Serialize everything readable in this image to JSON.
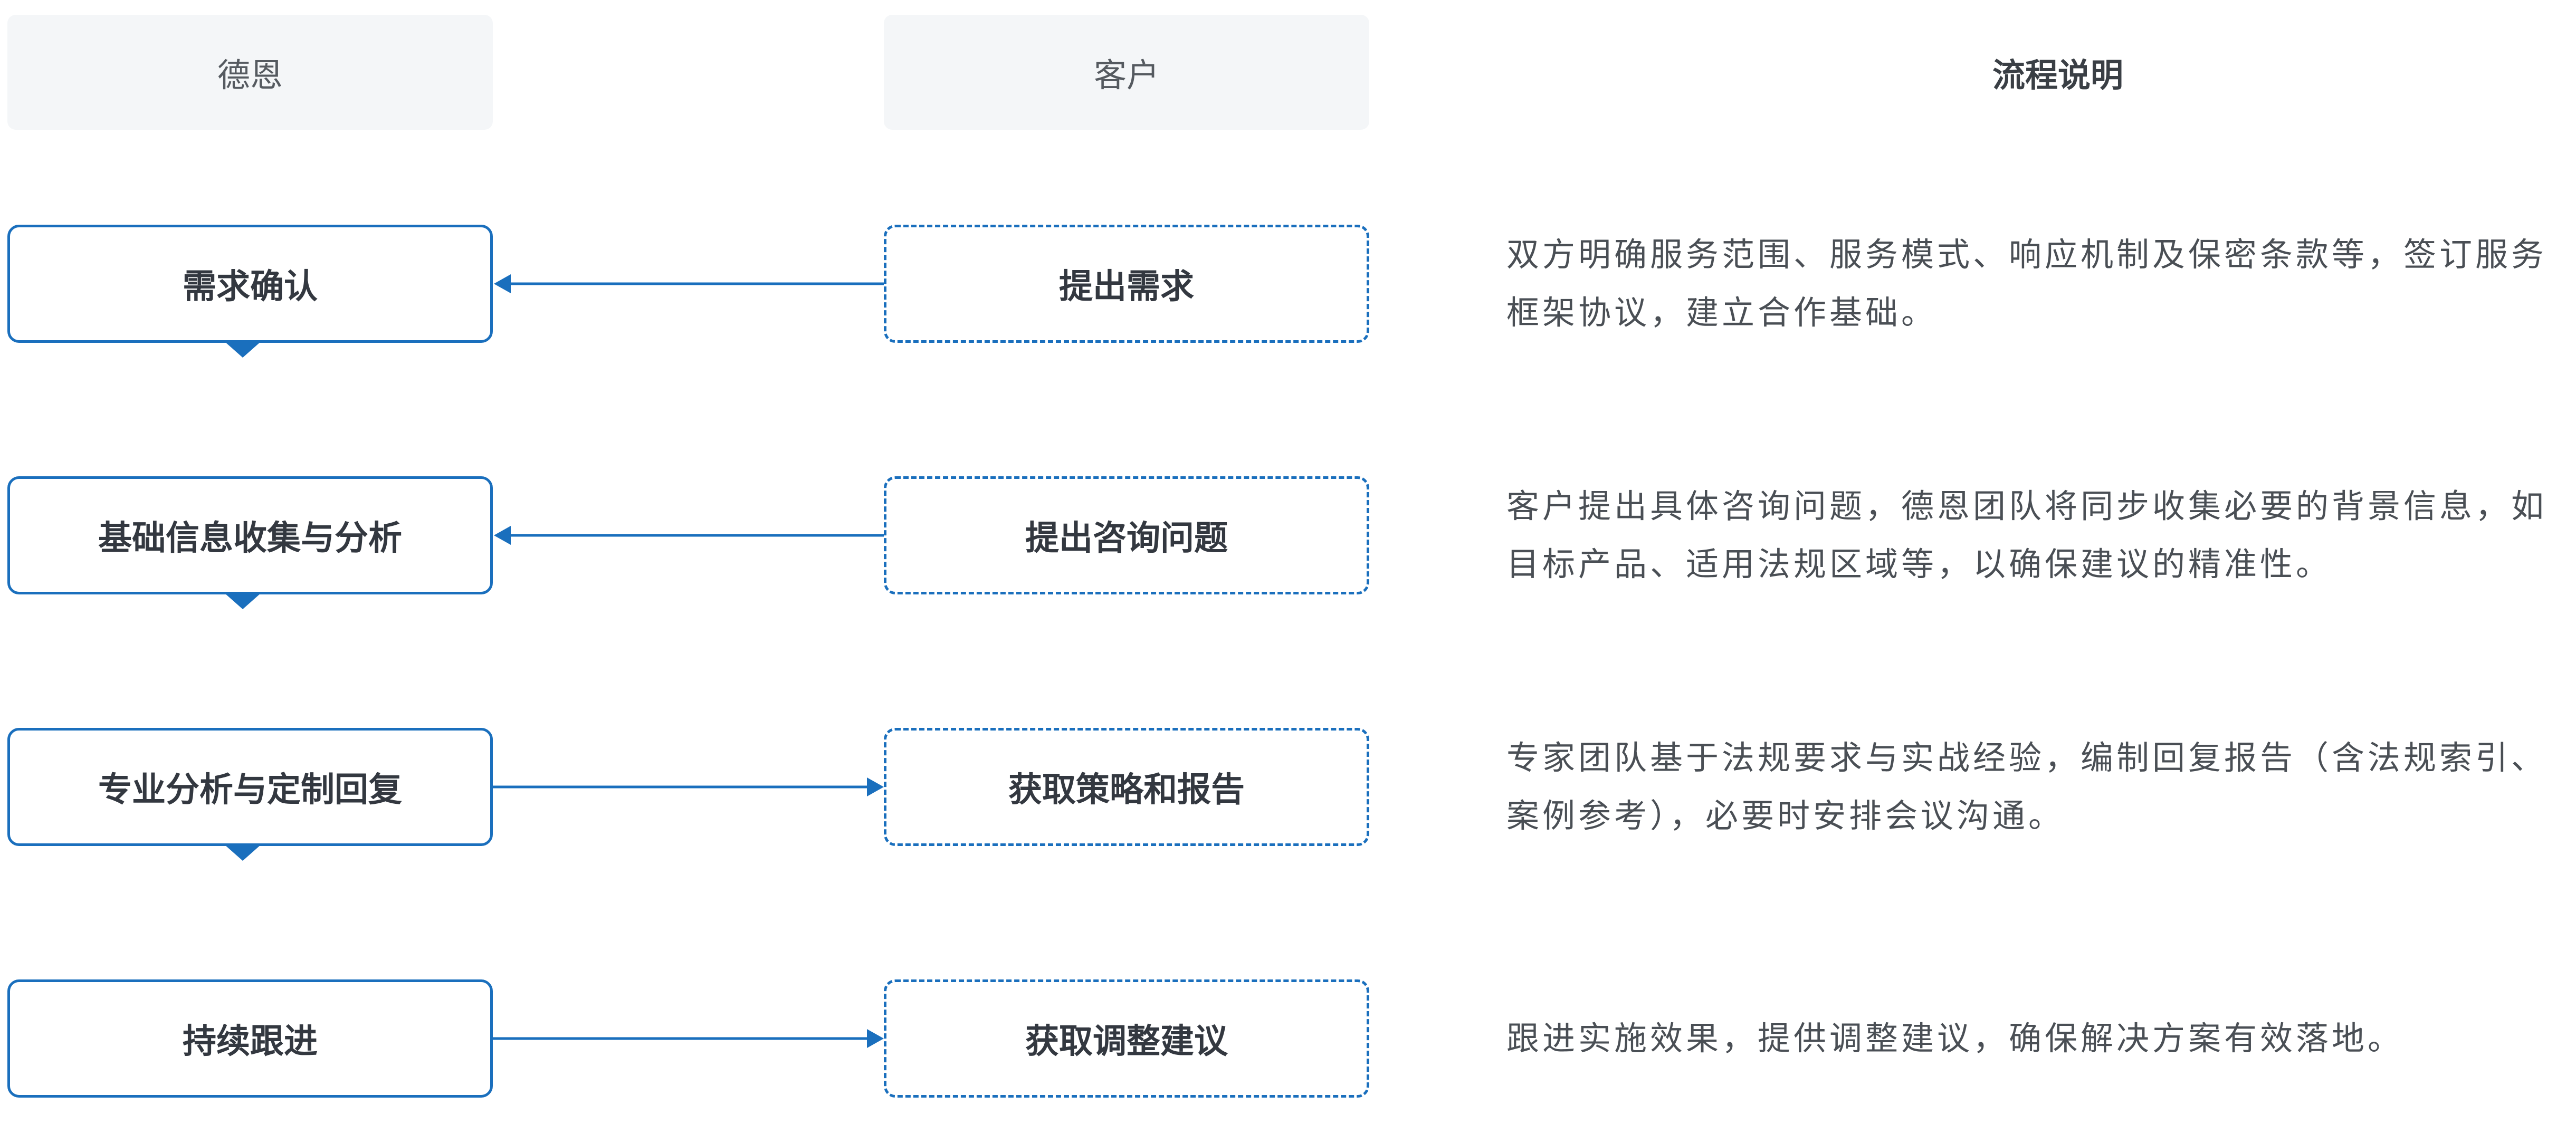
{
  "columns": {
    "dean": "德恩",
    "client": "客户",
    "notes": "流程说明"
  },
  "steps": [
    {
      "dean": "需求确认",
      "client": "提出需求",
      "direction": "left",
      "note": "双方明确服务范围、服务模式、响应机制及保密条款等，签订服务框架协议，建立合作基础。"
    },
    {
      "dean": "基础信息收集与分析",
      "client": "提出咨询问题",
      "direction": "left",
      "note": "客户提出具体咨询问题，德恩团队将同步收集必要的背景信息，如目标产品、适用法规区域等，以确保建议的精准性。"
    },
    {
      "dean": "专业分析与定制回复",
      "client": "获取策略和报告",
      "direction": "right",
      "note": "专家团队基于法规要求与实战经验，编制回复报告（含法规索引、案例参考），必要时安排会议沟通。"
    },
    {
      "dean": "持续跟进",
      "client": "获取调整建议",
      "direction": "right",
      "note": "跟进实施效果，提供调整建议，确保解决方案有效落地。"
    }
  ],
  "colors": {
    "accent": "#1a6fbd",
    "header_bg": "#f4f6f8",
    "text": "#333840"
  }
}
